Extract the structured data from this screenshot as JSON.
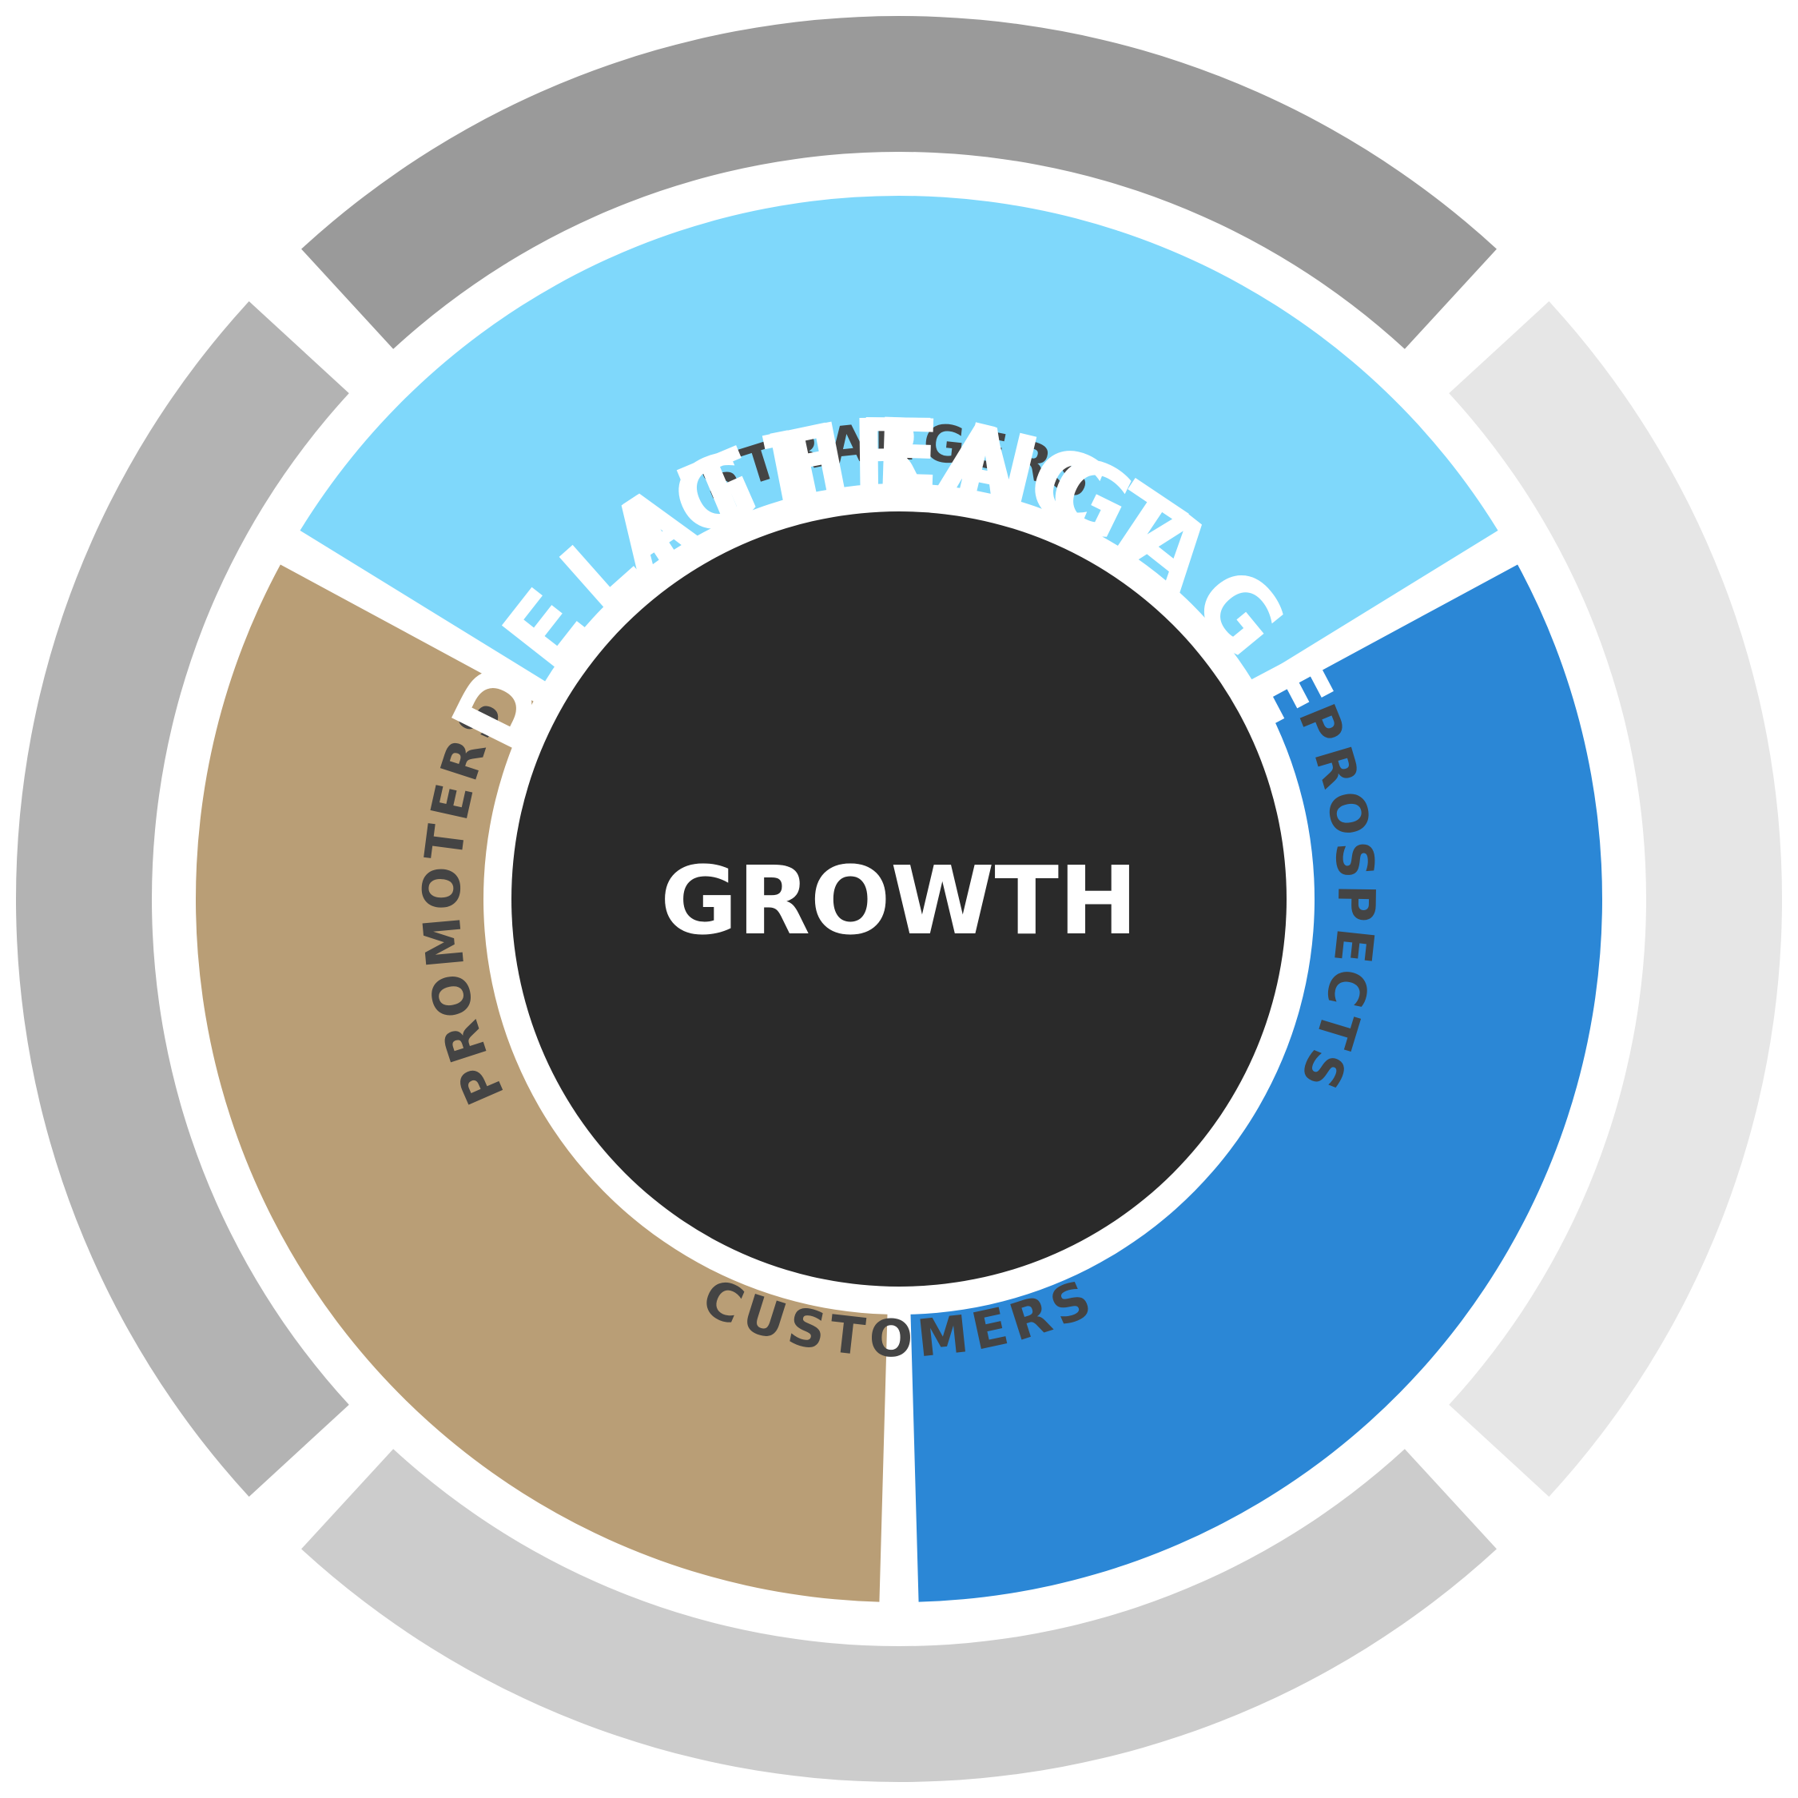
{
  "center": {
    "label": "GROWTH",
    "color": "#2a2a2a"
  },
  "phases": [
    {
      "key": "attract",
      "label": "ATTRACT",
      "color": "#7fd8fb",
      "icon": ""
    },
    {
      "key": "engage",
      "label": "ENGAGE",
      "color": "#2b87d6",
      "icon": ""
    },
    {
      "key": "delight",
      "label": "DELIGHT",
      "color": "#b99e76",
      "icon": ""
    }
  ],
  "stages": [
    {
      "key": "strangers",
      "label": "STRANGERS",
      "color": "#9a9a9a"
    },
    {
      "key": "prospects",
      "label": "PROSPECTS",
      "color": "#e6e6e6"
    },
    {
      "key": "customers",
      "label": "CUSTOMERS",
      "color": "#cccccc"
    },
    {
      "key": "promoters",
      "label": "PROMOTERS",
      "color": "#b3b3b3"
    }
  ],
  "colors": {
    "background": "#ffffff",
    "outer_text": "#444444",
    "phase_text": "#ffffff"
  }
}
